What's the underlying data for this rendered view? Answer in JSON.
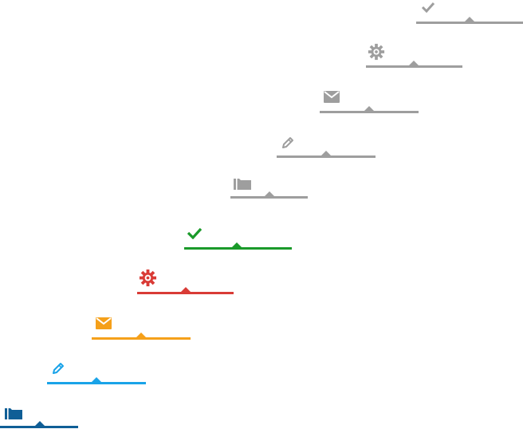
{
  "colors": {
    "inactive": "#9e9e9e",
    "check_active": "#1a9a2a",
    "settings_active": "#d93b36",
    "mail_active": "#f5a01a",
    "edit_active": "#1aa3e8",
    "folder_active": "#0f5e96"
  },
  "steps": [
    {
      "icon": "check-icon",
      "state": "inactive"
    },
    {
      "icon": "gear-icon",
      "state": "inactive"
    },
    {
      "icon": "mail-icon",
      "state": "inactive"
    },
    {
      "icon": "pencil-icon",
      "state": "inactive"
    },
    {
      "icon": "folder-icon",
      "state": "inactive"
    },
    {
      "icon": "check-icon",
      "state": "active"
    },
    {
      "icon": "gear-icon",
      "state": "active"
    },
    {
      "icon": "mail-icon",
      "state": "active"
    },
    {
      "icon": "pencil-icon",
      "state": "active"
    },
    {
      "icon": "folder-icon",
      "state": "active"
    }
  ]
}
